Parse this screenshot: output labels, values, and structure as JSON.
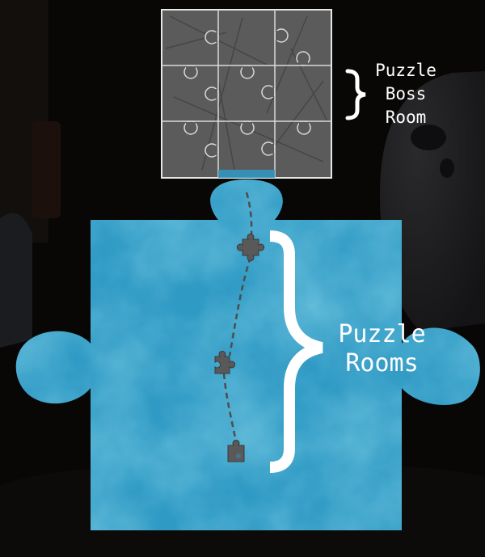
{
  "labels": {
    "boss_room": "Puzzle\nBoss\nRoom",
    "puzzle_rooms": "Puzzle\nRooms"
  },
  "colors": {
    "background": "#080706",
    "room_blue": "#2f9ac4",
    "grid_gray": "#5b5b5b",
    "grid_line": "#d9d9d9",
    "brace": "#ffffff",
    "path_dash": "#4d4d4d"
  },
  "map": {
    "boss_room_grid": {
      "rows": 3,
      "cols": 3
    },
    "room_markers": [
      "puzzle-room-1",
      "puzzle-room-2",
      "puzzle-room-3"
    ]
  }
}
